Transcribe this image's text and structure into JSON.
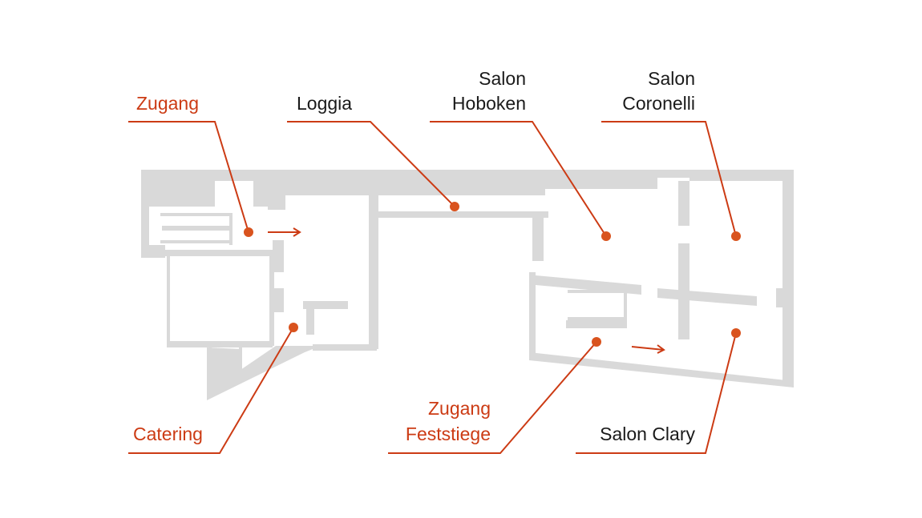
{
  "colors": {
    "accent": "#cc3b14",
    "dot": "#d9531e",
    "text": "#1a1a1a",
    "wall": "#d9d9d9",
    "background": "#ffffff"
  },
  "labels": {
    "zugang": "Zugang",
    "loggia": "Loggia",
    "hoboken_1": "Salon",
    "hoboken_2": "Hoboken",
    "coronelli_1": "Salon",
    "coronelli_2": "Coronelli",
    "catering": "Catering",
    "feststiege_1": "Zugang",
    "feststiege_2": "Feststiege",
    "clary": "Salon Clary"
  }
}
